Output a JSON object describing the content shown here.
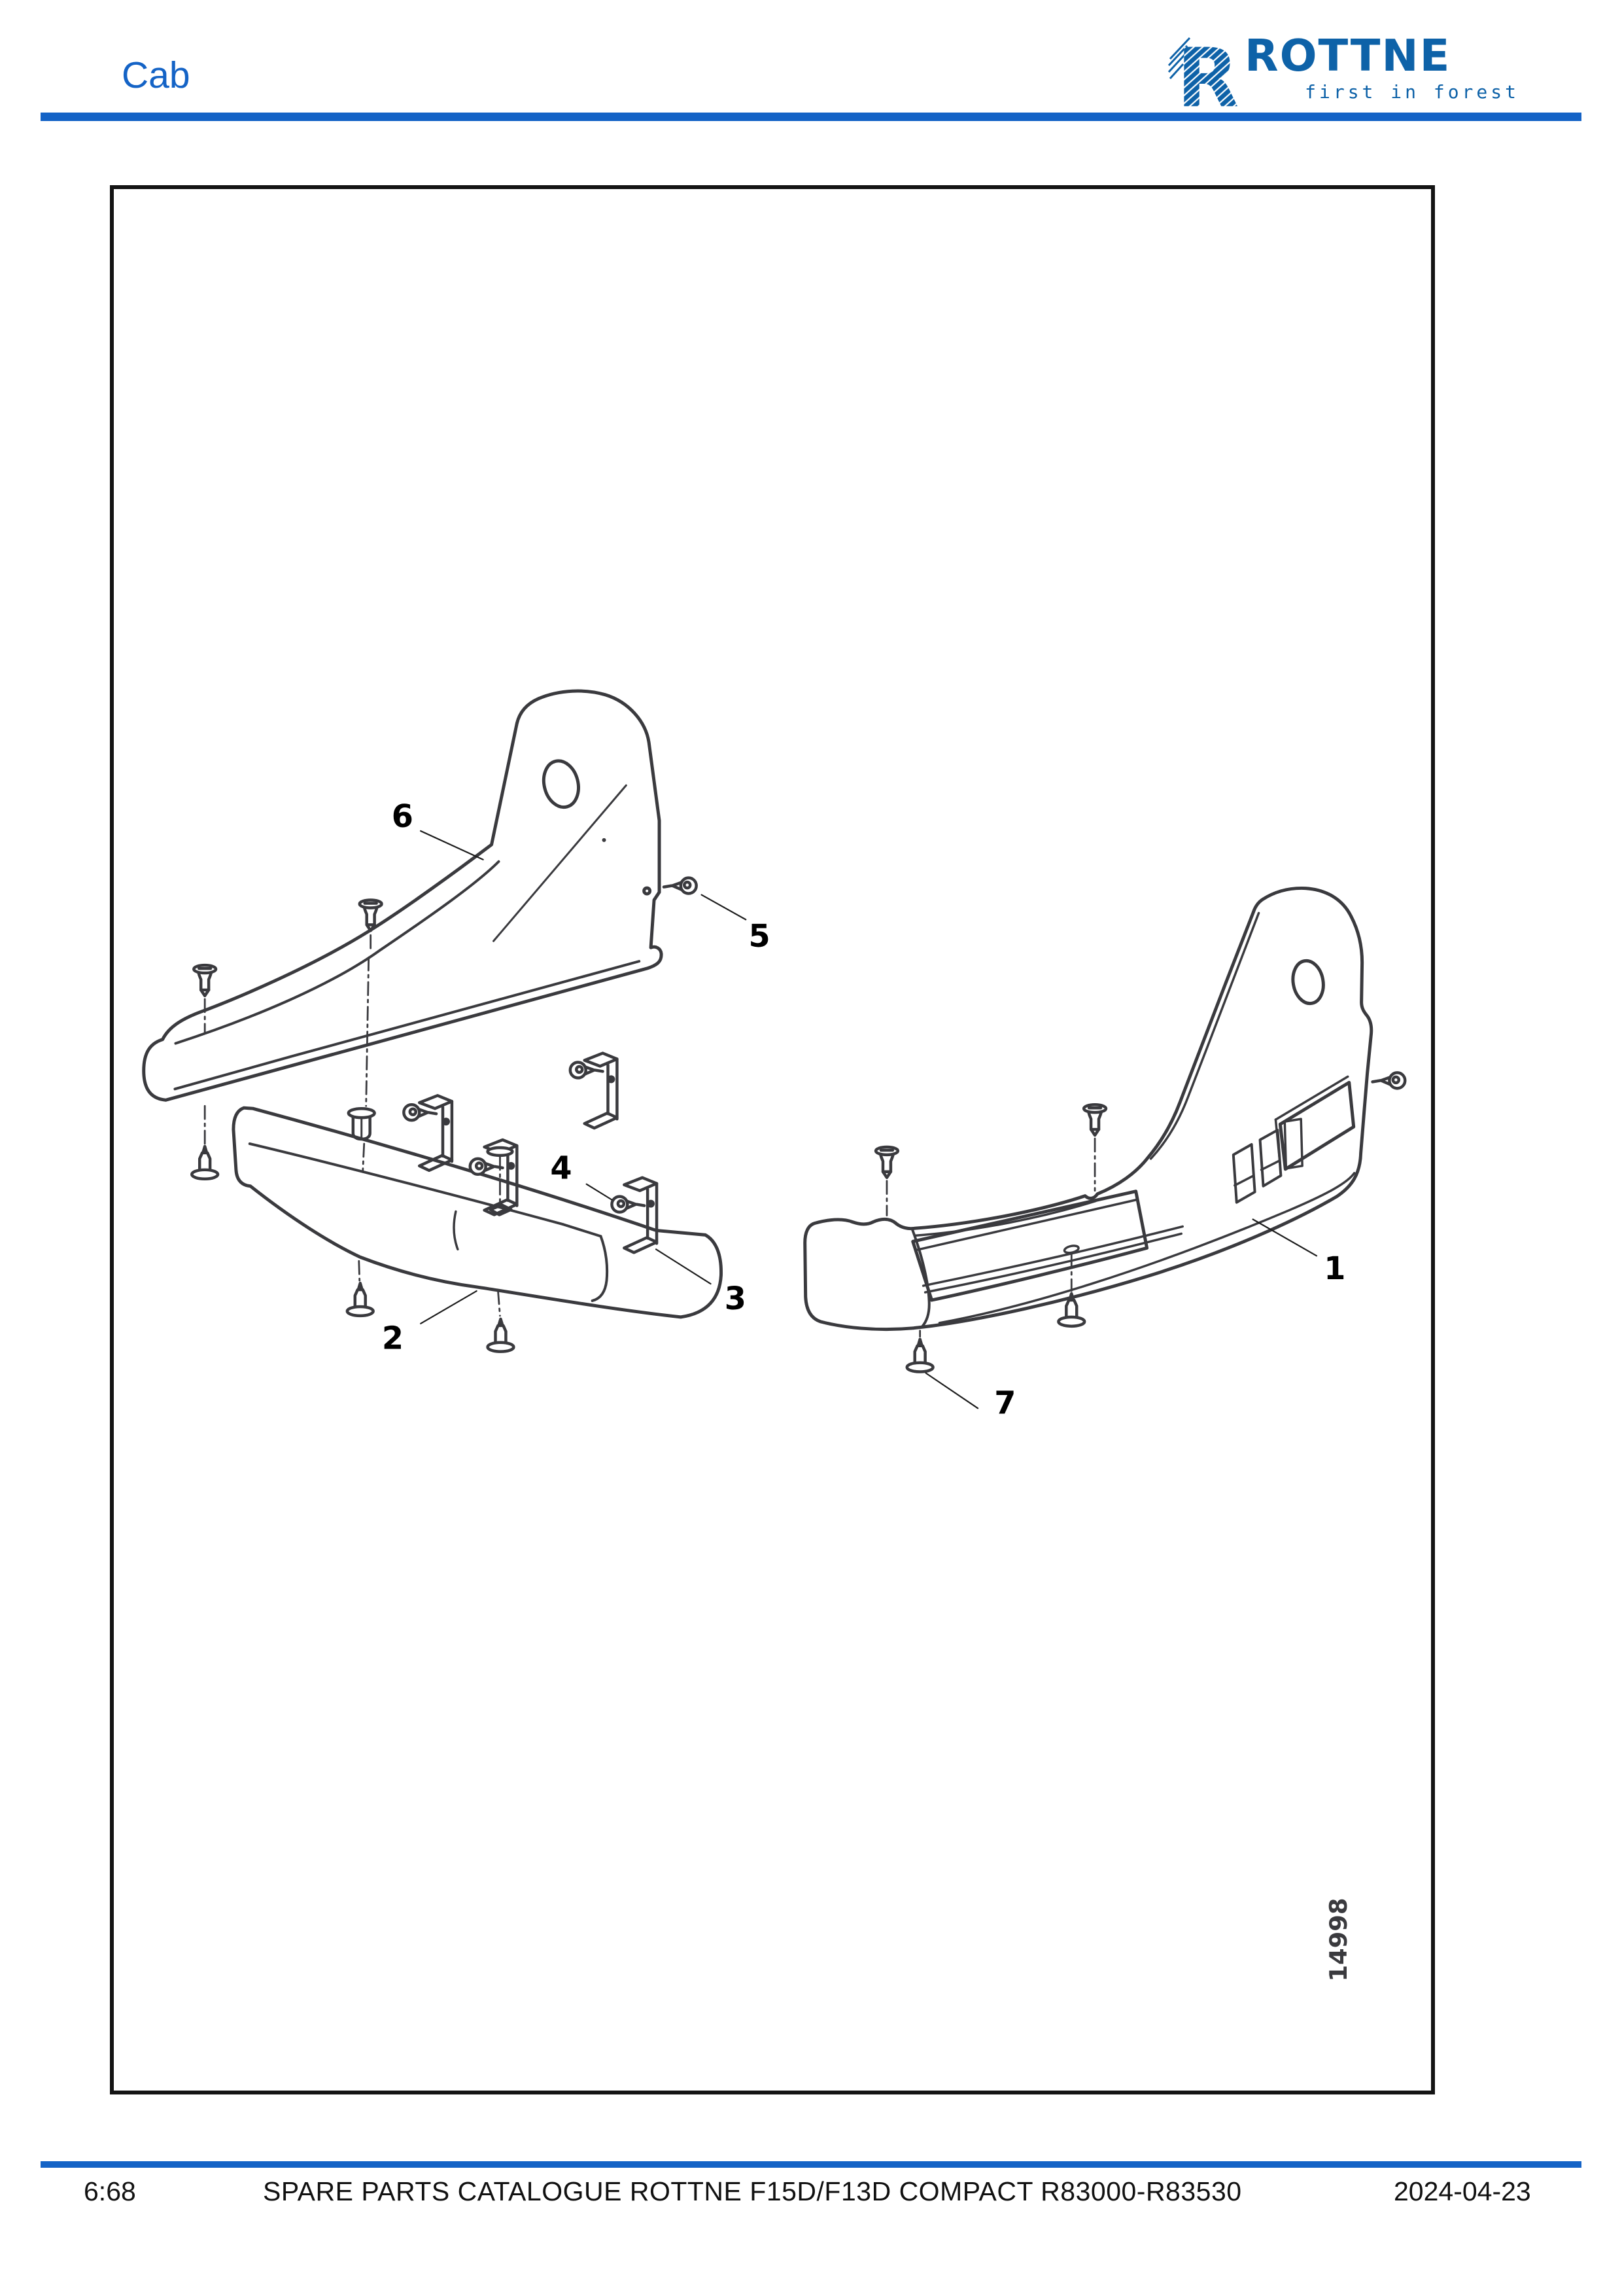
{
  "header": {
    "title": "Cab"
  },
  "logo": {
    "r_mark": "R",
    "brand": "ROTTNE",
    "tagline": "first in forest"
  },
  "diagram": {
    "figure_number": "14998",
    "callouts": [
      {
        "id": "1"
      },
      {
        "id": "2"
      },
      {
        "id": "3"
      },
      {
        "id": "4"
      },
      {
        "id": "5"
      },
      {
        "id": "6"
      },
      {
        "id": "7"
      }
    ]
  },
  "footer": {
    "page": "6:68",
    "catalogue_title": "SPARE PARTS CATALOGUE ROTTNE F15D/F13D COMPACT R83000-R83530",
    "date": "2024-04-23"
  },
  "colors": {
    "accent_blue": "#1463C6",
    "logo_blue": "#0E62A8",
    "line_color": "#3A3A3E"
  }
}
